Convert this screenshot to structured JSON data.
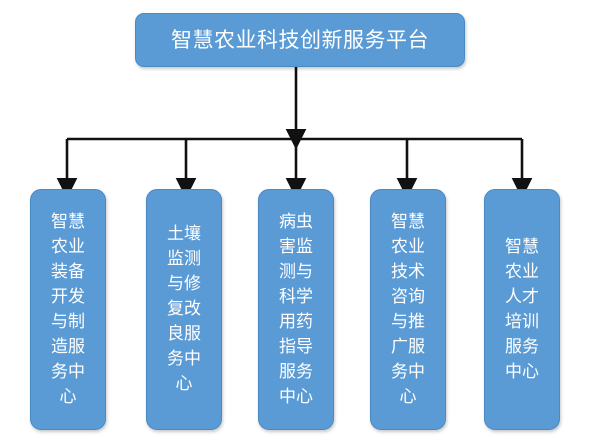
{
  "diagram": {
    "type": "organizational-tree",
    "title": "智慧农业科技创新服务平台",
    "accent_color": "#5B9BD5",
    "border_color": "#4A8AC4",
    "text_color": "#FFFFFF",
    "connector_color": "#000000",
    "background_color": "#FFFFFF",
    "root": {
      "label": "智慧农业科技创新服务平台"
    },
    "children": [
      {
        "label": "智慧农业装备开发与制造服务中心"
      },
      {
        "label": "土壤监测与修复改良服务中心"
      },
      {
        "label": "病虫害监测与科学用药指导服务中心"
      },
      {
        "label": "智慧农业技术咨询与推广服务中心"
      },
      {
        "label": "智慧农业人才培训服务中心"
      }
    ]
  }
}
